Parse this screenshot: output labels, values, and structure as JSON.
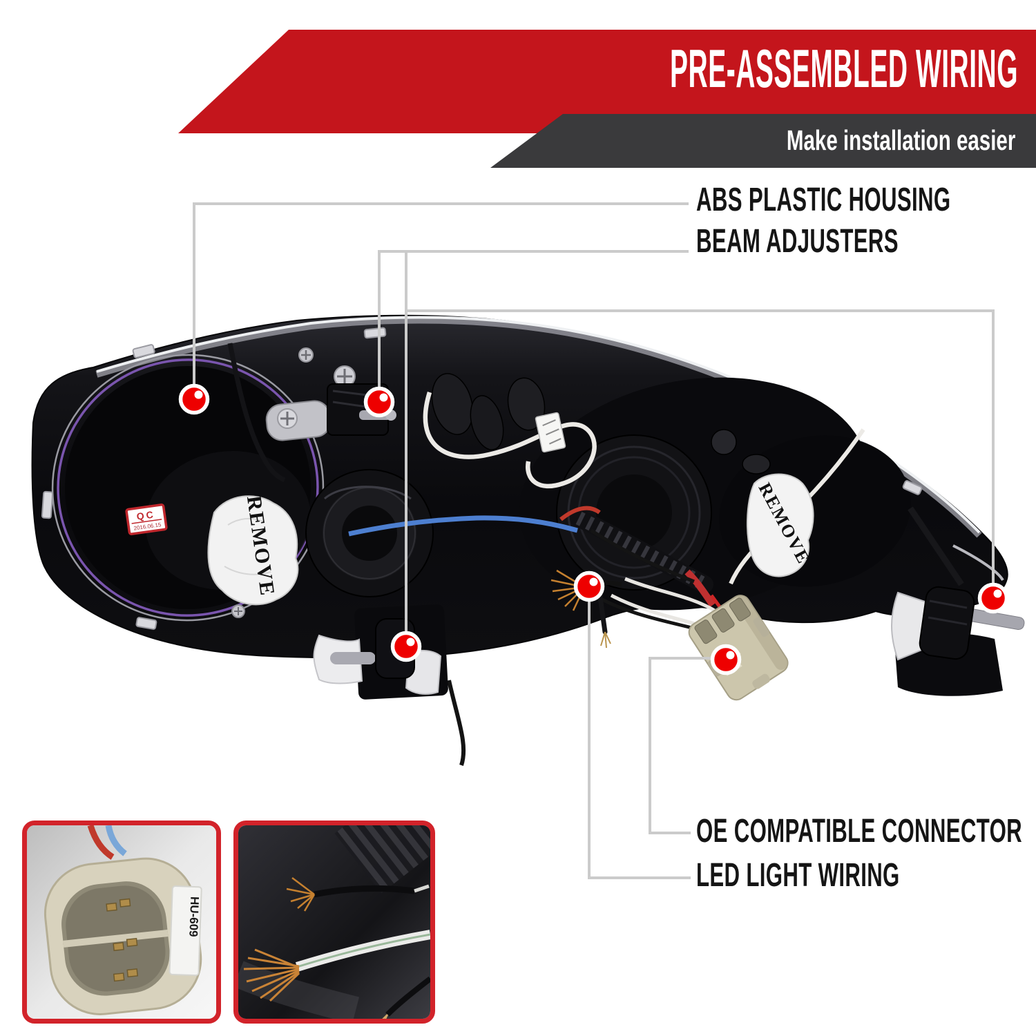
{
  "banner": {
    "title": "PRE-ASSEMBLED WIRING",
    "subtitle": "Make installation easier"
  },
  "callouts": {
    "abs_label": "ABS PLASTIC HOUSING",
    "beam_label": "BEAM ADJUSTERS",
    "oe_label": "OE COMPATIBLE CONNECTOR",
    "led_label": "LED LIGHT WIRING"
  },
  "photo": {
    "qc_label": "QC",
    "qc_date": "2016.06.15",
    "remove_label": "REMOVE",
    "connector_code": "HU-609"
  },
  "colors": {
    "banner_red": "#c4151c",
    "banner_dark": "#3a3a3c",
    "callout_line": "#cbcbcb",
    "dot_red": "#ee0000",
    "inset_border": "#d2232a",
    "label_text": "#151515"
  }
}
